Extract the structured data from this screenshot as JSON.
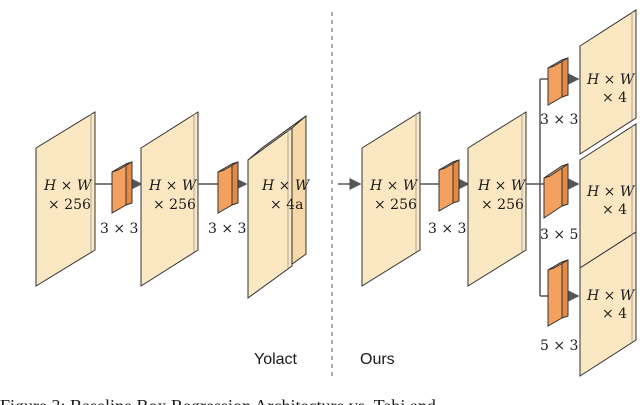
{
  "colors": {
    "feature_map": "#fbe8c2",
    "conv_kernel": "#f4a05e",
    "arrow": "#555555"
  },
  "yolact": {
    "label": "Yolact",
    "maps": [
      {
        "l1": "H × W",
        "l2": "× 256"
      },
      {
        "l1": "H × W",
        "l2": "× 256"
      },
      {
        "l1": "H × W",
        "l2": "× 4a"
      }
    ],
    "kernels": [
      "3 × 3",
      "3 × 3"
    ]
  },
  "ours": {
    "label": "Ours",
    "maps": [
      {
        "l1": "H × W",
        "l2": "× 256"
      },
      {
        "l1": "H × W",
        "l2": "× 256"
      }
    ],
    "kernels": [
      "3 × 3"
    ],
    "branches": [
      {
        "kernel": "3 × 3",
        "l1": "H × W",
        "l2": "× 4"
      },
      {
        "kernel": "3 × 5",
        "l1": "H × W",
        "l2": "× 4"
      },
      {
        "kernel": "5 × 3",
        "l1": "H × W",
        "l2": "× 4"
      }
    ]
  },
  "caption": "Figure 3:   Baseline Box Regression Architecture vs. Tabi and"
}
